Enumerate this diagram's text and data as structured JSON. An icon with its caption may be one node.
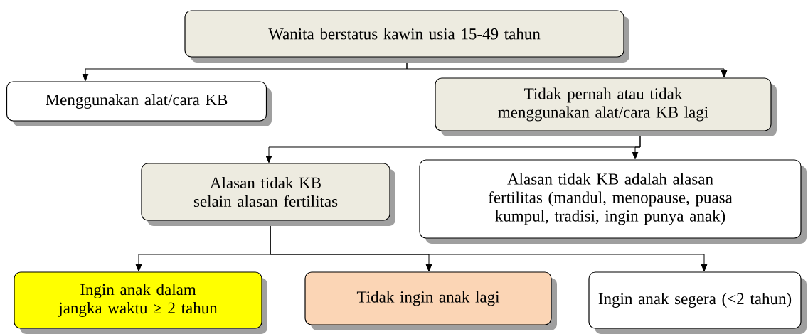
{
  "diagram": {
    "nodes": [
      {
        "text": [
          "Wanita berstatus kawin usia 15-49 tahun"
        ]
      },
      {
        "text": [
          "Menggunakan alat/cara KB"
        ]
      },
      {
        "text": [
          "Tidak pernah atau tidak menggunakan alat/cara KB lagi"
        ]
      },
      {
        "text": [
          "Alasan tidak KB selain alasan fertilitas"
        ]
      },
      {
        "text": [
          "Alasan tidak KB adalah alasan fertilitas (mandul, menopause, puasa kumpul, tradisi, ingin punya anak)"
        ]
      },
      {
        "text": [
          "Ingin anak dalam jangka waktu ≥ 2 tahun"
        ]
      },
      {
        "text": [
          "Tidak ingin anak lagi"
        ]
      },
      {
        "text": [
          "Ingin anak segera (<2 tahun)"
        ]
      }
    ],
    "edges": [
      {
        "from": 0,
        "to": 1,
        "arrow": "to"
      },
      {
        "from": 0,
        "to": 2,
        "arrow": "to"
      },
      {
        "from": 2,
        "to": 3,
        "arrow": "to"
      },
      {
        "from": 2,
        "to": 4,
        "arrow": "to"
      },
      {
        "from": 3,
        "to": 5,
        "arrow": "to"
      },
      {
        "from": 3,
        "to": 6,
        "arrow": "to"
      },
      {
        "from": 3,
        "to": 7,
        "arrow": "to"
      }
    ]
  }
}
